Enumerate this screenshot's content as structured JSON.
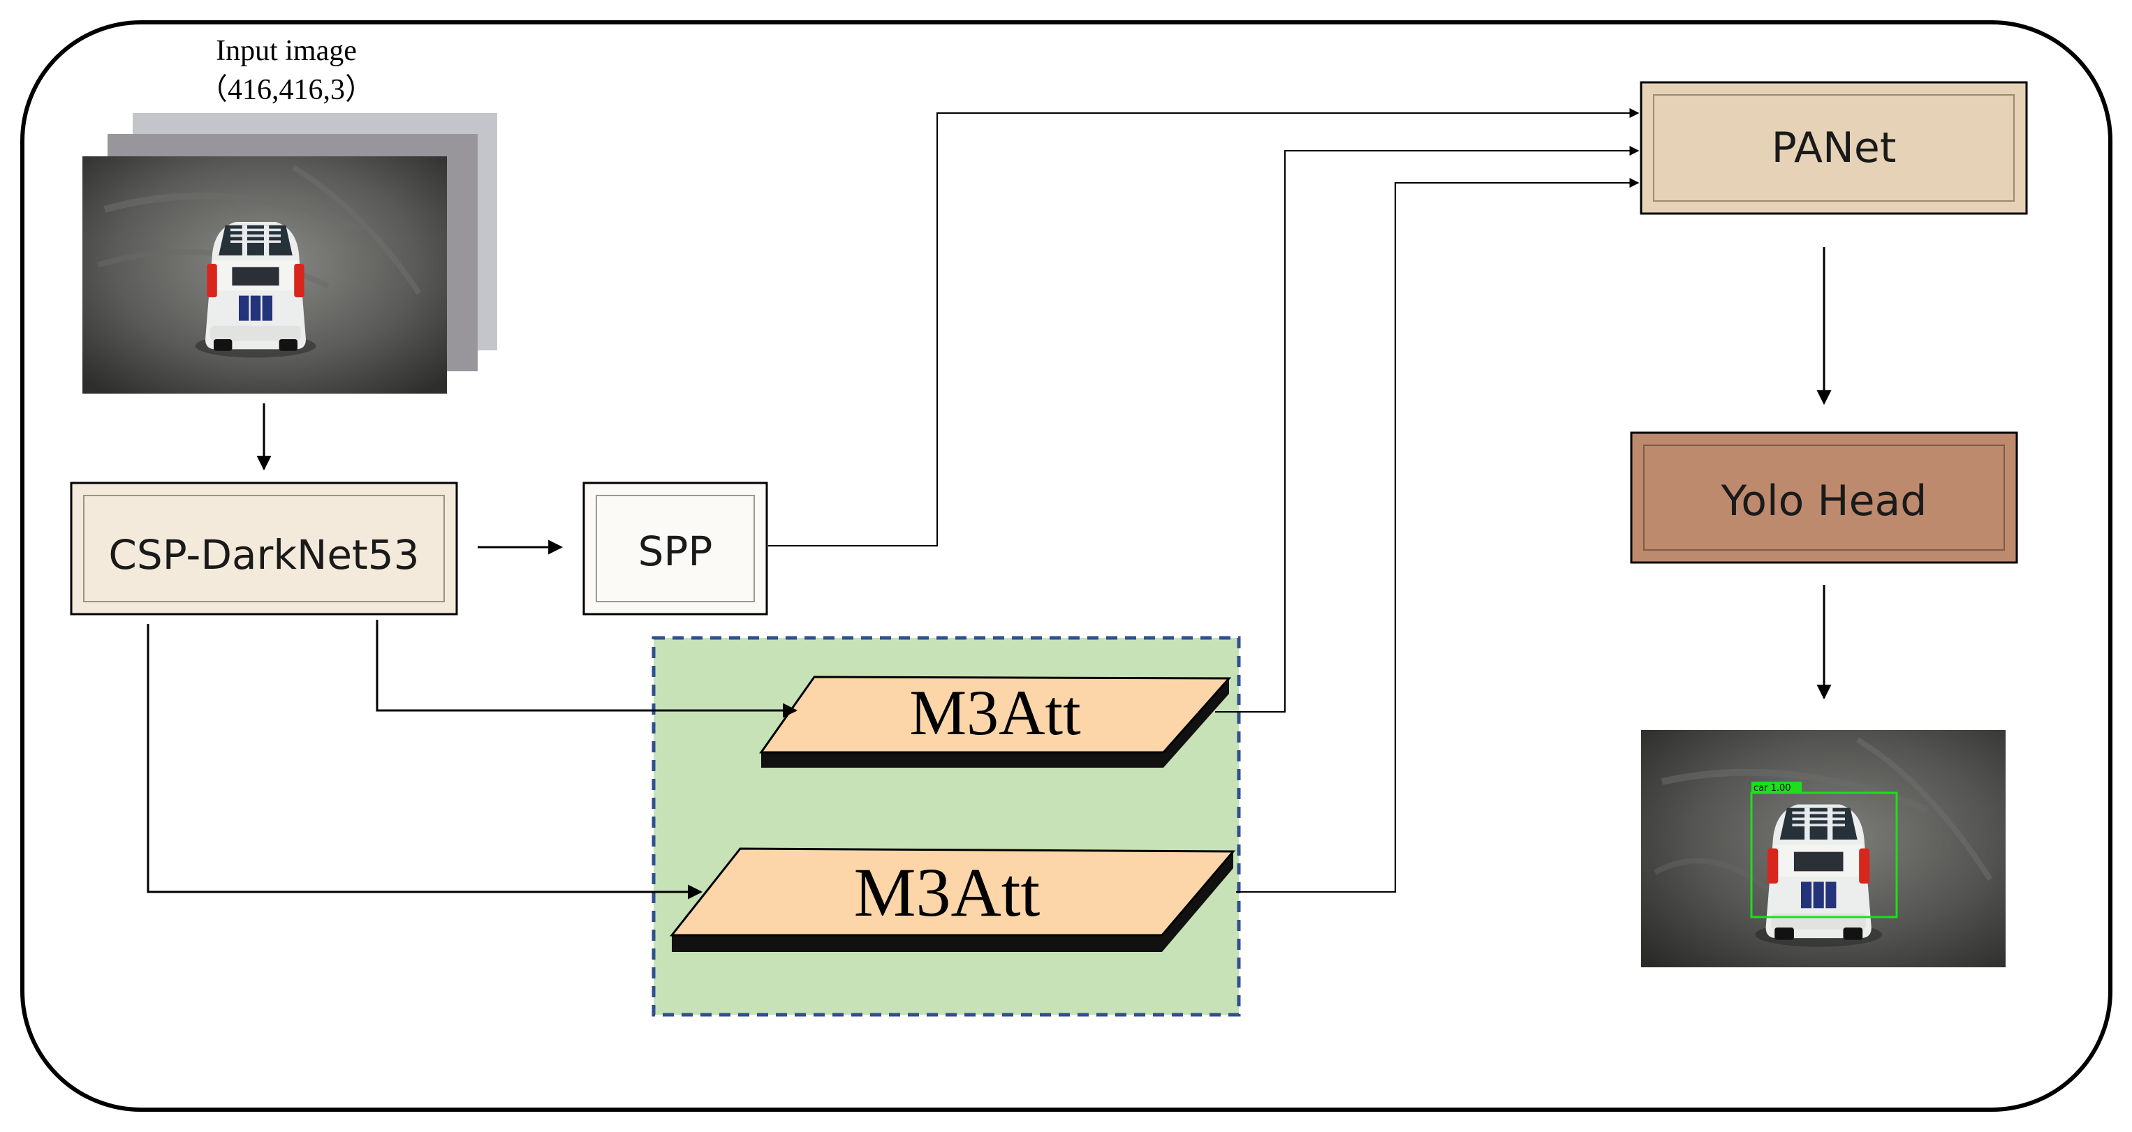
{
  "input": {
    "title": "Input image",
    "shape": "（416,416,3）"
  },
  "blocks": {
    "backbone": "CSP-DarkNet53",
    "spp": "SPP",
    "attention_1": "M3Att",
    "attention_2": "M3Att",
    "panet": "PANet",
    "head": "Yolo Head"
  },
  "detection": {
    "label": "car 1.00"
  },
  "colors": {
    "backbone_fill": "#f3eadc",
    "spp_fill": "#fbfaf6",
    "panet_fill": "#e6d2b6",
    "head_fill": "#bd8a6e",
    "attention_fill": "#fcd5a8",
    "attention_region_fill": "#c7e2b6",
    "attention_region_border": "#2f4f8f",
    "detection_box": "#1be01b"
  }
}
